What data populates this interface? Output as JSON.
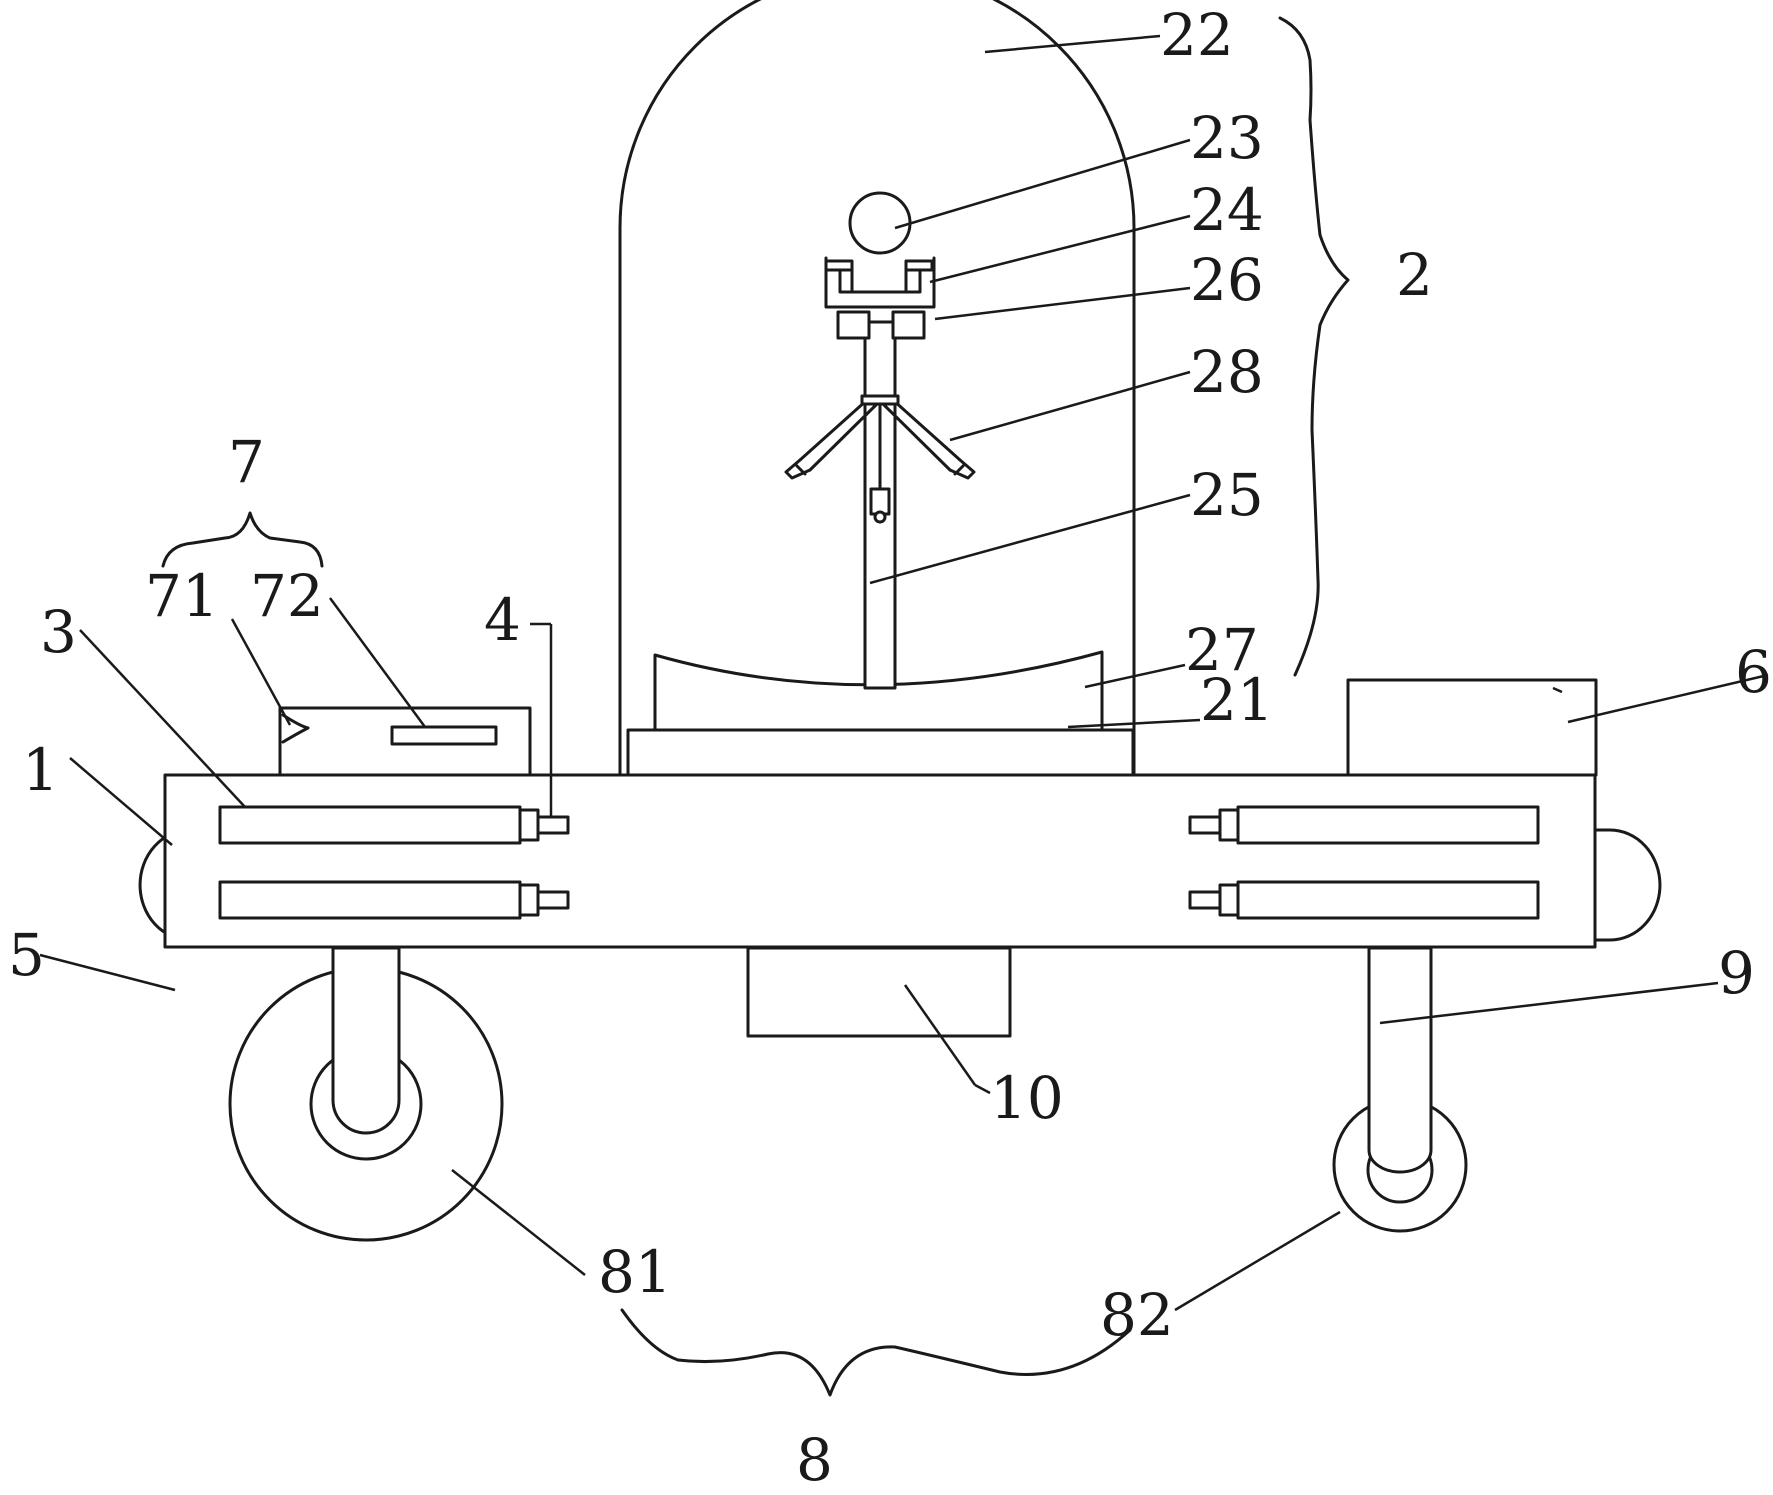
{
  "labels": {
    "l1": "1",
    "l2": "2",
    "l3": "3",
    "l4": "4",
    "l5": "5",
    "l6": "6",
    "l7": "7",
    "l71": "71",
    "l72": "72",
    "l8": "8",
    "l81": "81",
    "l82": "82",
    "l9": "9",
    "l10": "10",
    "l21": "21",
    "l22": "22",
    "l23": "23",
    "l24": "24",
    "l25": "25",
    "l26": "26",
    "l27": "27",
    "l28": "28"
  },
  "colors": {
    "line": "#1a1a1a",
    "background": "#ffffff"
  }
}
